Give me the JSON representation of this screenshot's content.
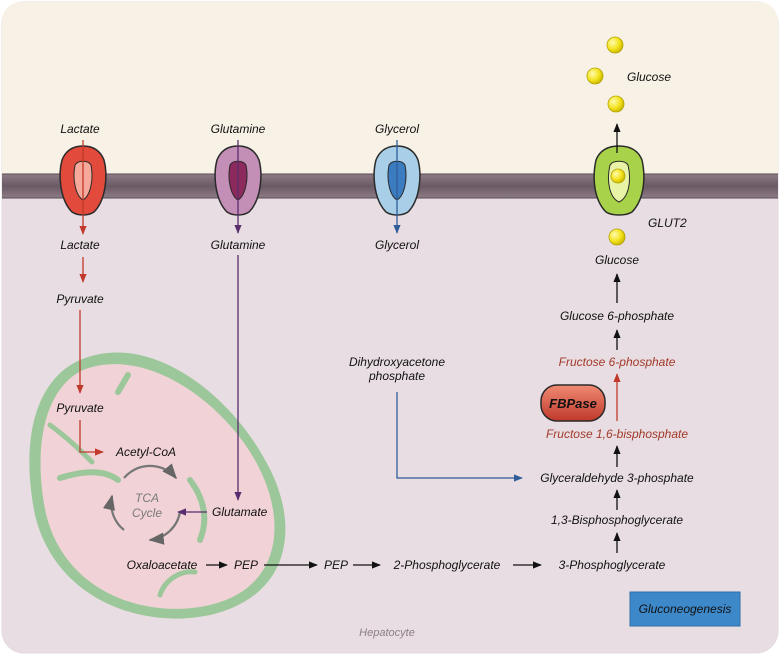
{
  "labels": {
    "lactate_out": "Lactate",
    "glutamine_out": "Glutamine",
    "glycerol_out": "Glycerol",
    "glucose_out": "Glucose",
    "lactate_in": "Lactate",
    "glutamine_in": "Glutamine",
    "glycerol_in": "Glycerol",
    "glut2": "GLUT2",
    "glucose_in": "Glucose",
    "pyruvate_cyto": "Pyruvate",
    "g6p": "Glucose 6-phosphate",
    "f6p": "Fructose 6-phosphate",
    "dhap_1": "Dihydroxyacetone",
    "dhap_2": "phosphate",
    "fbpase": "FBPase",
    "f16bp": "Fructose 1,6-bisphosphate",
    "pyruvate_mito": "Pyruvate",
    "acetyl_coa": "Acetyl-CoA",
    "g3p": "Glyceraldehyde 3-phosphate",
    "tca_1": "TCA",
    "tca_2": "Cycle",
    "glutamate": "Glutamate",
    "bpg13": "1,3-Bisphosphoglycerate",
    "oaa": "Oxaloacetate",
    "pep_mito": "PEP",
    "pep_cyto": "PEP",
    "pg2": "2-Phosphoglycerate",
    "pg3": "3-Phosphoglycerate",
    "gluconeogenesis": "Gluconeogenesis",
    "hepatocyte": "Hepatocyte"
  },
  "colors": {
    "lactate": "#c0392b",
    "glutamine": "#5a2d6e",
    "glycerol": "#2e5d9a",
    "black": "#111111",
    "highlight": "#a23a2a",
    "label_box": "#3d88c9"
  }
}
